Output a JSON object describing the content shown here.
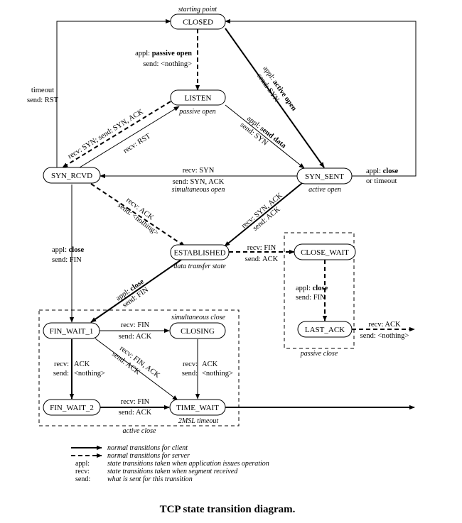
{
  "states": {
    "closed": "CLOSED",
    "listen": "LISTEN",
    "syn_rcvd": "SYN_RCVD",
    "syn_sent": "SYN_SENT",
    "established": "ESTABLISHED",
    "close_wait": "CLOSE_WAIT",
    "last_ack": "LAST_ACK",
    "fin_wait_1": "FIN_WAIT_1",
    "closing": "CLOSING",
    "fin_wait_2": "FIN_WAIT_2",
    "time_wait": "TIME_WAIT"
  },
  "notes": {
    "starting_point": "starting point",
    "passive_open": "passive open",
    "active_open": "active open",
    "simultaneous_open": "simultaneous open",
    "data_transfer_state": "data transfer state",
    "simultaneous_close": "simultaneous close",
    "passive_close": "passive close",
    "active_close": "active close",
    "msl_timeout": "2MSL timeout"
  },
  "labels": {
    "closed_listen_1": "appl: ",
    "closed_listen_1b": "passive open",
    "closed_listen_2": "send: <nothing>",
    "timeout_1": "timeout",
    "timeout_2": "send:  RST",
    "closed_synsent_1": "appl: ",
    "closed_synsent_1b": "active open",
    "closed_synsent_2": "send: SYN",
    "listen_synsent_1": "appl: ",
    "listen_synsent_1b": "send data",
    "listen_synsent_2": "send: SYN",
    "listen_synrcvd_1": "recv: SYN;  send: SYN, ACK",
    "synrcvd_listen_1": "recv: RST",
    "synsent_synrcvd_1": "recv: SYN",
    "synsent_synrcvd_2": "send: SYN, ACK",
    "synsent_close_1": "appl: ",
    "synsent_close_1b": "close",
    "synsent_close_2": "or timeout",
    "synrcvd_est_1": "recv: ACK",
    "synrcvd_est_2": "send: <nothing>",
    "synsent_est_1": "recv: SYN, ACK",
    "synsent_est_2": "send: ACK",
    "synrcvd_fw1_1": "appl: ",
    "synrcvd_fw1_1b": "close",
    "synrcvd_fw1_2": "send: FIN",
    "est_cw_1": "recv: FIN",
    "est_cw_2": "send: ACK",
    "est_fw1_1": "appl: ",
    "est_fw1_1b": "close",
    "est_fw1_2": "send: FIN",
    "cw_la_1": "appl: ",
    "cw_la_1b": "close",
    "cw_la_2": "send: FIN",
    "la_closed_1": "recv: ACK",
    "la_closed_2": "send: <nothing>",
    "fw1_closing_1": "recv: FIN",
    "fw1_closing_2": "send: ACK",
    "fw1_tw_1": "recv: FIN, ACK",
    "fw1_tw_2": "send: ACK",
    "closing_tw_1": "recv:",
    "closing_tw_1b": "ACK",
    "closing_tw_2": "send:",
    "closing_tw_2b": "<nothing>",
    "fw1_fw2_1": "recv:",
    "fw1_fw2_1b": "ACK",
    "fw1_fw2_2": "send:",
    "fw1_fw2_2b": "<nothing>",
    "fw2_tw_1": "recv: FIN",
    "fw2_tw_2": "send: ACK"
  },
  "legend": [
    {
      "key": "",
      "desc": "normal transitions for client"
    },
    {
      "key": "",
      "desc": "normal transitions for server"
    },
    {
      "key": "appl:",
      "desc": "state transitions taken when application issues operation"
    },
    {
      "key": "recv:",
      "desc": "state transitions taken when segment received"
    },
    {
      "key": "send:",
      "desc": "what is sent for this transition"
    }
  ],
  "caption": "TCP state transition diagram."
}
